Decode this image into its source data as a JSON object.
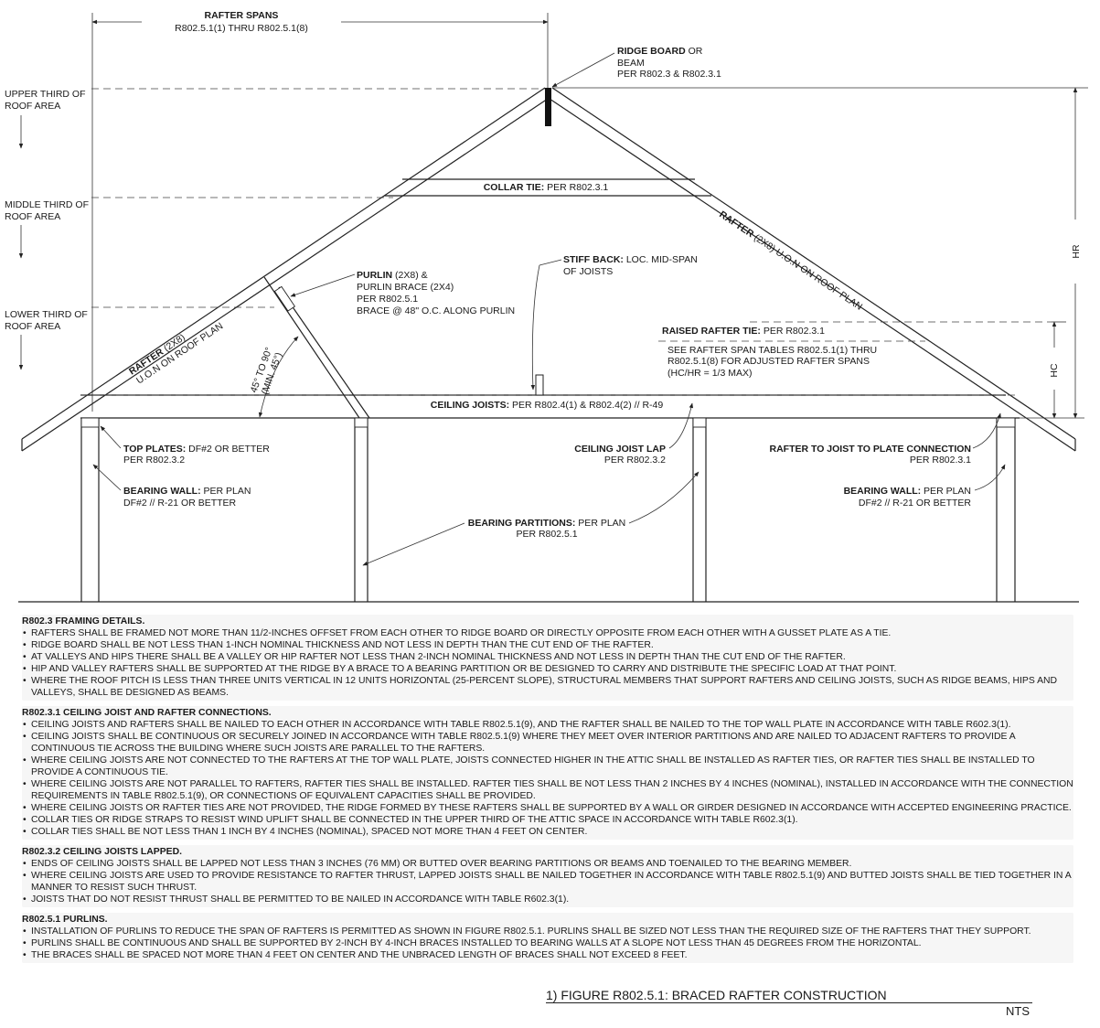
{
  "diagram": {
    "rafter_spans": {
      "title": "RAFTER SPANS",
      "sub": "R802.5.1(1) THRU R802.5.1(8)"
    },
    "ridge_board": {
      "bold": "RIDGE BOARD",
      "rest": " OR",
      "line2": "BEAM",
      "line3": "PER R802.3 & R802.3.1"
    },
    "upper_third": {
      "line1": "UPPER THIRD OF",
      "line2": "ROOF AREA"
    },
    "middle_third": {
      "line1": "MIDDLE THIRD OF",
      "line2": "ROOF AREA"
    },
    "lower_third": {
      "line1": "LOWER THIRD OF",
      "line2": "ROOF AREA"
    },
    "collar_tie": {
      "bold": "COLLAR TIE:",
      "rest": " PER R802.3.1"
    },
    "rafter_right": {
      "bold": "RAFTER",
      "rest": " (2X8) U.O.N ON ROOF PLAN"
    },
    "rafter_left": {
      "bold": "RAFTER",
      "rest": " (2X8)",
      "line2": "U.O.N ON ROOF PLAN"
    },
    "purlin": {
      "bold": "PURLIN",
      "rest": " (2X8) &",
      "line2": "PURLIN BRACE (2X4)",
      "line3": "PER R802.5.1",
      "line4": "BRACE @ 48\" O.C. ALONG PURLIN"
    },
    "stiff_back": {
      "bold": "STIFF BACK:",
      "rest": " LOC. MID-SPAN",
      "line2": "OF JOISTS"
    },
    "raised_tie": {
      "bold": "RAISED RAFTER TIE:",
      "rest": " PER R802.3.1",
      "line2": "SEE RAFTER SPAN TABLES R802.5.1(1) THRU",
      "line3": "R802.5.1(8) FOR ADJUSTED RAFTER SPANS",
      "line4": "(HC/HR = 1/3 MAX)"
    },
    "angle": {
      "line1": "45° TO 90°",
      "line2": "(MIN. 45°)"
    },
    "ceiling_joists": {
      "bold": "CEILING JOISTS:",
      "rest": " PER R802.4(1) & R802.4(2) // R-49"
    },
    "hr": "HR",
    "hc": "HC",
    "top_plates": {
      "bold": "TOP PLATES:",
      "rest": " DF#2 OR BETTER",
      "line2": "PER R802.3.2"
    },
    "joist_lap": {
      "bold": "CEILING JOIST LAP",
      "line2": "PER R802.3.2"
    },
    "rafter_to_joist": {
      "bold": "RAFTER TO JOIST TO PLATE CONNECTION",
      "line2": "PER R802.3.1"
    },
    "bearing_wall_left": {
      "bold": "BEARING WALL:",
      "rest": " PER PLAN",
      "line2": "DF#2 // R-21 OR BETTER"
    },
    "bearing_wall_right": {
      "bold": "BEARING WALL:",
      "rest": " PER PLAN",
      "line2": "DF#2 // R-21 OR BETTER"
    },
    "bearing_partitions": {
      "bold": "BEARING PARTITIONS:",
      "rest": " PER PLAN",
      "line2": "PER R802.5.1"
    }
  },
  "sections": [
    {
      "title": "R802.3 FRAMING DETAILS.",
      "items": [
        "RAFTERS SHALL BE FRAMED NOT MORE THAN 11/2-INCHES OFFSET FROM EACH OTHER TO RIDGE BOARD OR DIRECTLY OPPOSITE FROM EACH OTHER WITH A GUSSET PLATE AS A TIE.",
        "RIDGE BOARD SHALL BE NOT LESS THAN 1-INCH NOMINAL THICKNESS AND NOT LESS IN DEPTH THAN THE CUT END OF THE RAFTER.",
        "AT VALLEYS AND HIPS THERE SHALL BE A VALLEY OR HIP RAFTER NOT LESS THAN 2-INCH  NOMINAL THICKNESS AND NOT LESS IN DEPTH THAN THE CUT END OF THE RAFTER.",
        "HIP AND VALLEY RAFTERS SHALL BE SUPPORTED AT THE RIDGE BY A BRACE TO A BEARING PARTITION OR BE DESIGNED TO CARRY AND DISTRIBUTE THE SPECIFIC LOAD AT THAT POINT.",
        "WHERE THE ROOF PITCH IS LESS THAN THREE UNITS VERTICAL IN 12 UNITS HORIZONTAL (25-PERCENT SLOPE), STRUCTURAL MEMBERS THAT SUPPORT RAFTERS AND CEILING JOISTS, SUCH AS RIDGE BEAMS, HIPS AND VALLEYS, SHALL BE DESIGNED AS BEAMS."
      ]
    },
    {
      "title": "R802.3.1 CEILING JOIST AND RAFTER CONNECTIONS.",
      "items": [
        "CEILING JOISTS AND RAFTERS SHALL BE NAILED TO EACH OTHER IN ACCORDANCE WITH TABLE R802.5.1(9), AND THE RAFTER SHALL BE NAILED TO THE TOP WALL PLATE IN ACCORDANCE WITH TABLE R602.3(1).",
        "CEILING JOISTS SHALL BE CONTINUOUS OR SECURELY JOINED IN ACCORDANCE WITH TABLE R802.5.1(9) WHERE THEY MEET OVER INTERIOR PARTITIONS AND ARE NAILED TO ADJACENT RAFTERS TO PROVIDE A CONTINUOUS TIE ACROSS THE BUILDING WHERE SUCH JOISTS ARE PARALLEL TO THE RAFTERS.",
        "WHERE CEILING JOISTS ARE NOT CONNECTED TO THE RAFTERS AT THE TOP WALL PLATE, JOISTS CONNECTED HIGHER IN THE ATTIC SHALL BE INSTALLED AS RAFTER TIES, OR RAFTER TIES SHALL BE INSTALLED TO PROVIDE A CONTINUOUS TIE.",
        "WHERE CEILING JOISTS ARE NOT PARALLEL TO RAFTERS, RAFTER TIES SHALL BE INSTALLED. RAFTER TIES SHALL BE NOT LESS THAN 2 INCHES BY 4 INCHES (NOMINAL), INSTALLED IN ACCORDANCE WITH THE CONNECTION REQUIREMENTS IN TABLE R802.5.1(9), OR CONNECTIONS OF EQUIVALENT CAPACITIES SHALL BE PROVIDED.",
        "WHERE CEILING JOISTS OR RAFTER TIES ARE NOT PROVIDED, THE RIDGE FORMED BY THESE RAFTERS SHALL BE SUPPORTED BY A WALL OR GIRDER DESIGNED IN ACCORDANCE WITH ACCEPTED ENGINEERING PRACTICE.",
        "COLLAR TIES OR RIDGE STRAPS TO RESIST WIND UPLIFT SHALL BE CONNECTED IN THE UPPER THIRD OF THE ATTIC SPACE IN ACCORDANCE WITH TABLE R602.3(1).",
        "COLLAR TIES SHALL BE NOT LESS THAN 1 INCH BY 4 INCHES (NOMINAL), SPACED NOT MORE THAN 4 FEET ON CENTER."
      ]
    },
    {
      "title": "R802.3.2 CEILING JOISTS LAPPED.",
      "items": [
        "ENDS OF CEILING JOISTS SHALL BE LAPPED NOT LESS THAN 3 INCHES (76 MM) OR BUTTED OVER BEARING PARTITIONS OR BEAMS AND TOENAILED TO THE BEARING MEMBER.",
        "WHERE CEILING JOISTS ARE USED TO PROVIDE RESISTANCE TO RAFTER THRUST, LAPPED JOISTS SHALL BE NAILED TOGETHER IN ACCORDANCE WITH TABLE R802.5.1(9) AND BUTTED JOISTS SHALL BE TIED TOGETHER IN A MANNER TO RESIST SUCH THRUST.",
        "JOISTS THAT DO NOT RESIST THRUST SHALL BE PERMITTED TO BE NAILED IN ACCORDANCE WITH TABLE R602.3(1)."
      ]
    },
    {
      "title": "R802.5.1 PURLINS.",
      "items": [
        "INSTALLATION OF PURLINS TO REDUCE THE SPAN OF RAFTERS IS PERMITTED AS SHOWN IN FIGURE R802.5.1. PURLINS SHALL BE SIZED NOT LESS THAN THE REQUIRED SIZE OF THE RAFTERS THAT THEY SUPPORT.",
        "PURLINS SHALL BE CONTINUOUS AND SHALL BE SUPPORTED BY 2-INCH BY 4-INCH BRACES INSTALLED TO BEARING WALLS AT A SLOPE NOT LESS THAN 45 DEGREES FROM THE HORIZONTAL.",
        "THE BRACES SHALL BE SPACED NOT MORE THAN 4 FEET ON CENTER AND THE UNBRACED LENGTH OF BRACES SHALL NOT EXCEED 8 FEET."
      ]
    }
  ],
  "figure_title": "1)  FIGURE R802.5.1:  BRACED RAFTER CONSTRUCTION",
  "nts": "NTS"
}
